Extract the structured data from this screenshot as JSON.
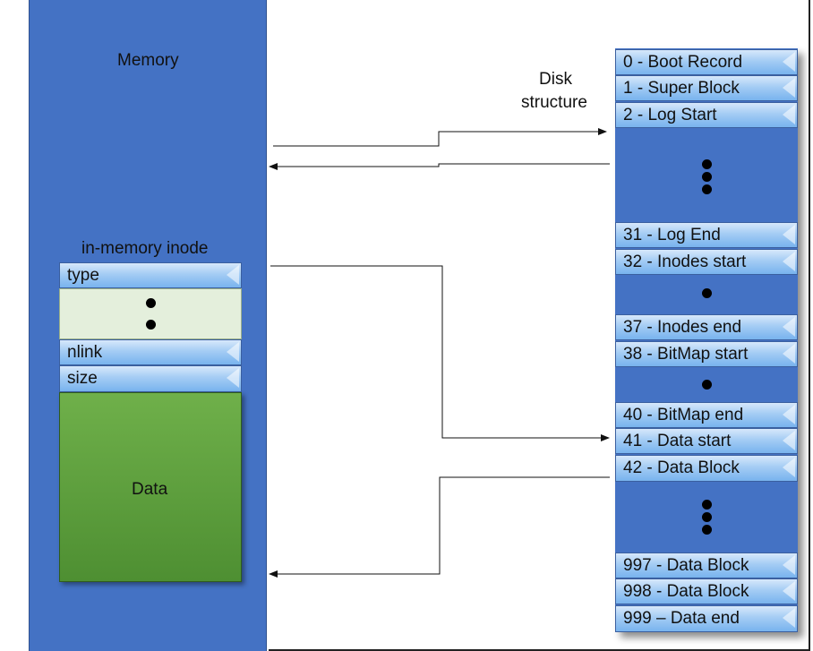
{
  "memory": {
    "title": "Memory",
    "inode_title": "in-memory inode",
    "fields": {
      "type": "type",
      "nlink": "nlink",
      "size": "size"
    },
    "data_label": "Data"
  },
  "disk": {
    "title_line1": "Disk",
    "title_line2": "structure",
    "blocks": [
      "0 - Boot Record",
      "1 - Super Block",
      "2 - Log Start",
      "31 - Log End",
      "32 - Inodes start",
      "37 - Inodes end",
      "38 - BitMap start",
      "40 - BitMap end",
      "41 - Data start",
      "42 - Data Block",
      "997 - Data Block",
      "998 - Data Block",
      "999 – Data end"
    ]
  },
  "colors": {
    "memory_panel": "#4472c4",
    "block_fill": "#9fc9f2",
    "inode_gap": "#e4efdc",
    "data_fill": "#5e9f3d"
  }
}
